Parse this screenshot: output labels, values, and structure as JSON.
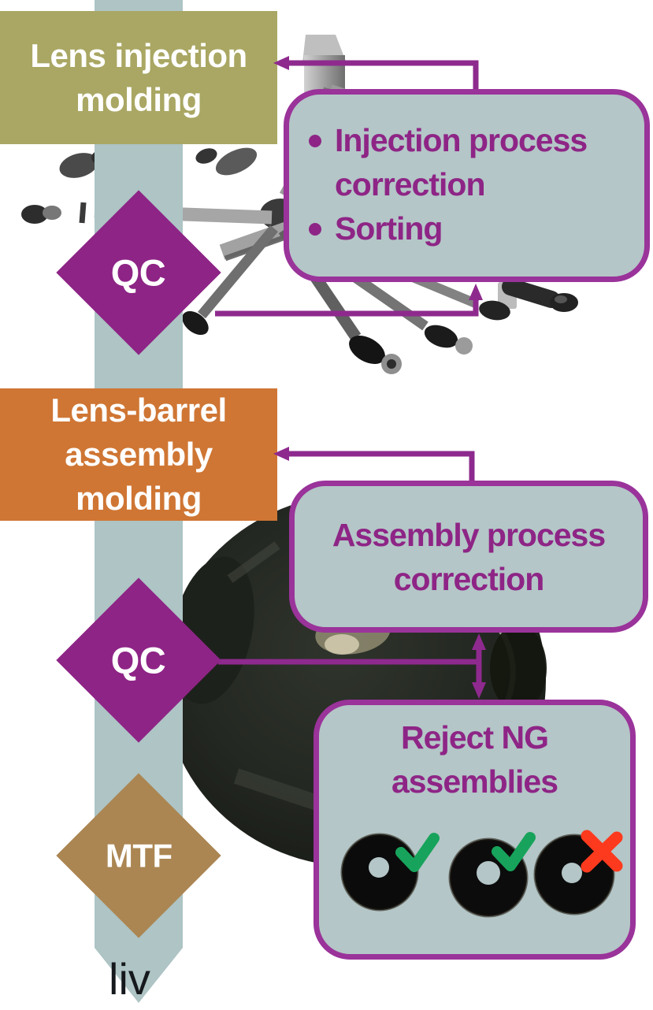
{
  "palette": {
    "purple": "#8e2586",
    "purple_border": "#9a339a",
    "flow_band": "#aec4c5",
    "callout_fill": "#b4c6c7",
    "step1_olive": "#a9a763",
    "step2_orange": "#cf7634",
    "mtf_tan": "#ab8653",
    "pass_green": "#17a35b",
    "fail_red": "#fd3a1e",
    "step_text": "#ffffff"
  },
  "flow": {
    "step1_label": "Lens injection molding",
    "qc1_label": "QC",
    "callout1_items": [
      "Injection process correction",
      "Sorting"
    ],
    "step2_label": "Lens-barrel assembly molding",
    "qc2_label": "QC",
    "callout2_label": "Assembly process correction",
    "reject_box_title": "Reject NG assemblies",
    "mtf_label": "MTF",
    "clipped_word": "liv",
    "inspection_results": [
      "pass",
      "pass",
      "fail"
    ]
  },
  "icons": {
    "pass": "check-icon",
    "fail": "x-icon"
  }
}
